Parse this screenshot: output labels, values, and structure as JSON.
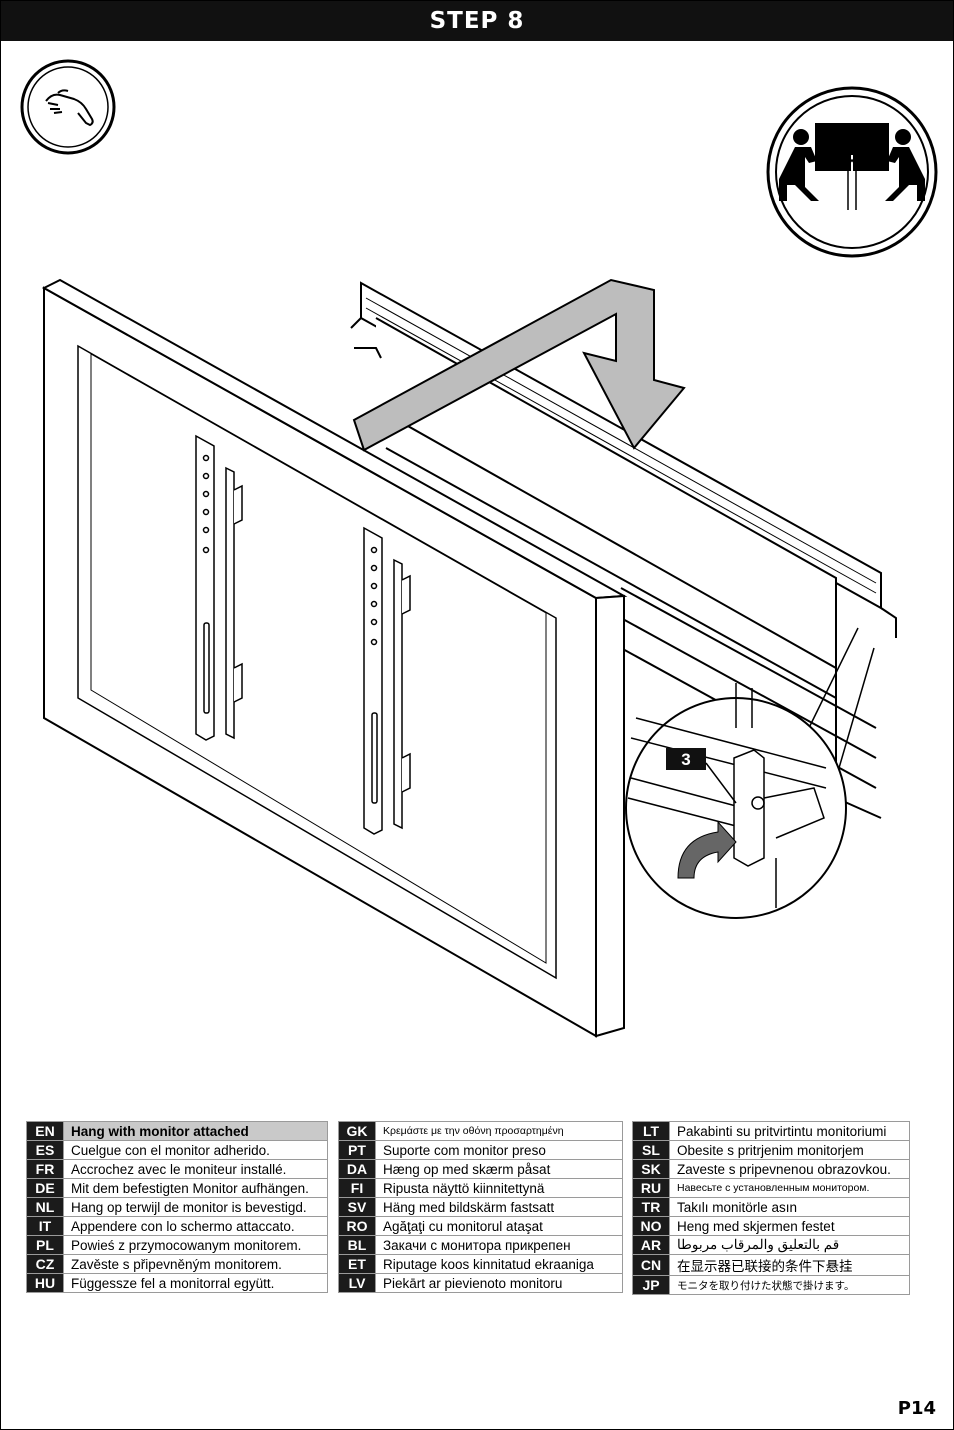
{
  "header": {
    "title": "STEP 8"
  },
  "callout": {
    "label": "3"
  },
  "languages": {
    "col1": [
      {
        "code": "EN",
        "text": "Hang with monitor attached"
      },
      {
        "code": "ES",
        "text": "Cuelgue con el monitor adherido."
      },
      {
        "code": "FR",
        "text": "Accrochez avec le moniteur installé."
      },
      {
        "code": "DE",
        "text": "Mit dem befestigten Monitor aufhängen."
      },
      {
        "code": "NL",
        "text": "Hang op terwijl de monitor is bevestigd."
      },
      {
        "code": "IT",
        "text": "Appendere con lo schermo attaccato."
      },
      {
        "code": "PL",
        "text": "Powieś z przymocowanym monitorem."
      },
      {
        "code": "CZ",
        "text": "Zavěste s připevněným monitorem."
      },
      {
        "code": "HU",
        "text": "Függessze fel a monitorral együtt."
      }
    ],
    "col2": [
      {
        "code": "GK",
        "text": "Κρεμάστε με την οθόνη προσαρτημένη"
      },
      {
        "code": "PT",
        "text": "Suporte com monitor preso"
      },
      {
        "code": "DA",
        "text": "Hæng op med skærm påsat"
      },
      {
        "code": "FI",
        "text": "Ripusta näyttö kiinnitettynä"
      },
      {
        "code": "SV",
        "text": "Häng med bildskärm fastsatt"
      },
      {
        "code": "RO",
        "text": "Agăţaţi cu monitorul ataşat"
      },
      {
        "code": "BL",
        "text": "Закачи с монитора прикрепен"
      },
      {
        "code": "ET",
        "text": "Riputage koos kinnitatud ekraaniga"
      },
      {
        "code": "LV",
        "text": "Piekārt ar pievienoto monitoru"
      }
    ],
    "col3": [
      {
        "code": "LT",
        "text": "Pakabinti su pritvirtintu monitoriumi"
      },
      {
        "code": "SL",
        "text": "Obesite s pritrjenim monitorjem"
      },
      {
        "code": "SK",
        "text": "Zaveste s pripevnenou obrazovkou."
      },
      {
        "code": "RU",
        "text": "Навесьте с установленным монитором."
      },
      {
        "code": "TR",
        "text": "Takılı monitörle asın"
      },
      {
        "code": "NO",
        "text": "Heng med skjermen festet"
      },
      {
        "code": "AR",
        "text": "قم بالتعليق والمرقاب مربوطا"
      },
      {
        "code": "CN",
        "text": "在显示器已联接的条件下悬挂"
      },
      {
        "code": "JP",
        "text": "モニタを取り付けた状態で掛けます。"
      }
    ]
  },
  "footer": {
    "page": "P14"
  }
}
